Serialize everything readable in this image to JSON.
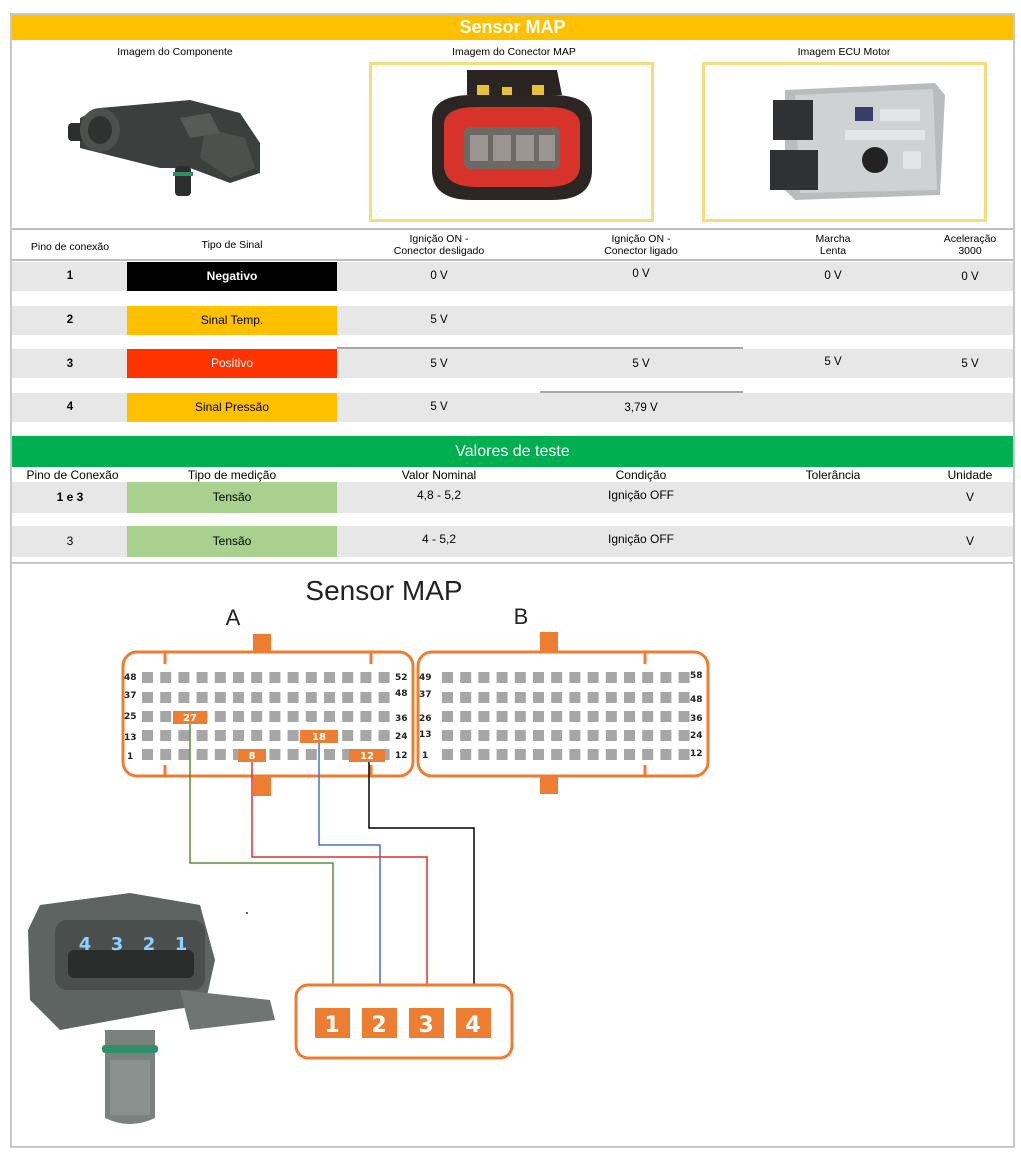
{
  "title": "Sensor MAP",
  "images": {
    "component_caption": "Imagem do Componente",
    "connector_caption": "Imagem do Conector MAP",
    "ecu_caption": "Imagem ECU Motor"
  },
  "table1": {
    "headers": [
      "Pino de conexão",
      "Tipo de Sinal",
      "Ignição ON -\nConector desligado",
      "Ignição ON -\nConector ligado",
      "Marcha\nLenta",
      "Aceleração\n3000"
    ],
    "rows": [
      {
        "pin": "1",
        "signal": "Negativo",
        "color": "#000000",
        "text_color": "#ffffff",
        "bold": true,
        "ign_off": "0 V",
        "ign_on": "0 V",
        "idle": "0 V",
        "accel": "0 V"
      },
      {
        "pin": "2",
        "signal": "Sinal Temp.",
        "color": "#ffc000",
        "text_color": "#000000",
        "bold": false,
        "ign_off": "5 V",
        "ign_on": "",
        "idle": "",
        "accel": ""
      },
      {
        "pin": "3",
        "signal": "Positivo",
        "color": "#ff3300",
        "text_color": "#ffffff",
        "bold": false,
        "ign_off": "5 V",
        "ign_on": "5 V",
        "idle": "5 V",
        "accel": "5 V"
      },
      {
        "pin": "4",
        "signal": "Sinal Pressão",
        "color": "#ffc000",
        "text_color": "#000000",
        "bold": false,
        "ign_off": "5 V",
        "ign_on": "3,79 V",
        "idle": "",
        "accel": ""
      }
    ]
  },
  "test_values": {
    "title": "Valores de teste",
    "headers": [
      "Pino de Conexão",
      "Tipo de medição",
      "Valor Nominal",
      "Condição",
      "Tolerância",
      "Unidade"
    ],
    "rows": [
      {
        "pin": "1 e 3",
        "type": "Tensão",
        "nominal": "4,8 - 5,2",
        "condition": "Ignição OFF",
        "tolerance": "",
        "unit": "V"
      },
      {
        "pin": "3",
        "type": "Tensão",
        "nominal": "4 - 5,2",
        "condition": "Ignição OFF",
        "tolerance": "",
        "unit": "V"
      }
    ]
  },
  "diagram": {
    "title": "Sensor MAP",
    "connector_a": "A",
    "connector_b": "B",
    "a_row_labels_left": [
      "48",
      "37",
      "25",
      "13",
      "1"
    ],
    "a_row_labels_right": [
      "52",
      "48",
      "36",
      "24",
      "12"
    ],
    "b_row_labels_left": [
      "49",
      "37",
      "26",
      "13",
      "1"
    ],
    "b_row_labels_right": [
      "58",
      "48",
      "36",
      "24",
      "12"
    ],
    "highlighted_pins": [
      "27",
      "18",
      "8",
      "12"
    ],
    "sensor_pin_labels": [
      "4",
      "3",
      "2",
      "1"
    ],
    "terminal_labels": [
      "1",
      "2",
      "3",
      "4"
    ],
    "wire_colors": {
      "pin1": "#5a8f3c",
      "pin2": "#4a6fd0",
      "pin3": "#e03030",
      "pin4": "#000000"
    },
    "accent_orange": "#ed7d31"
  }
}
